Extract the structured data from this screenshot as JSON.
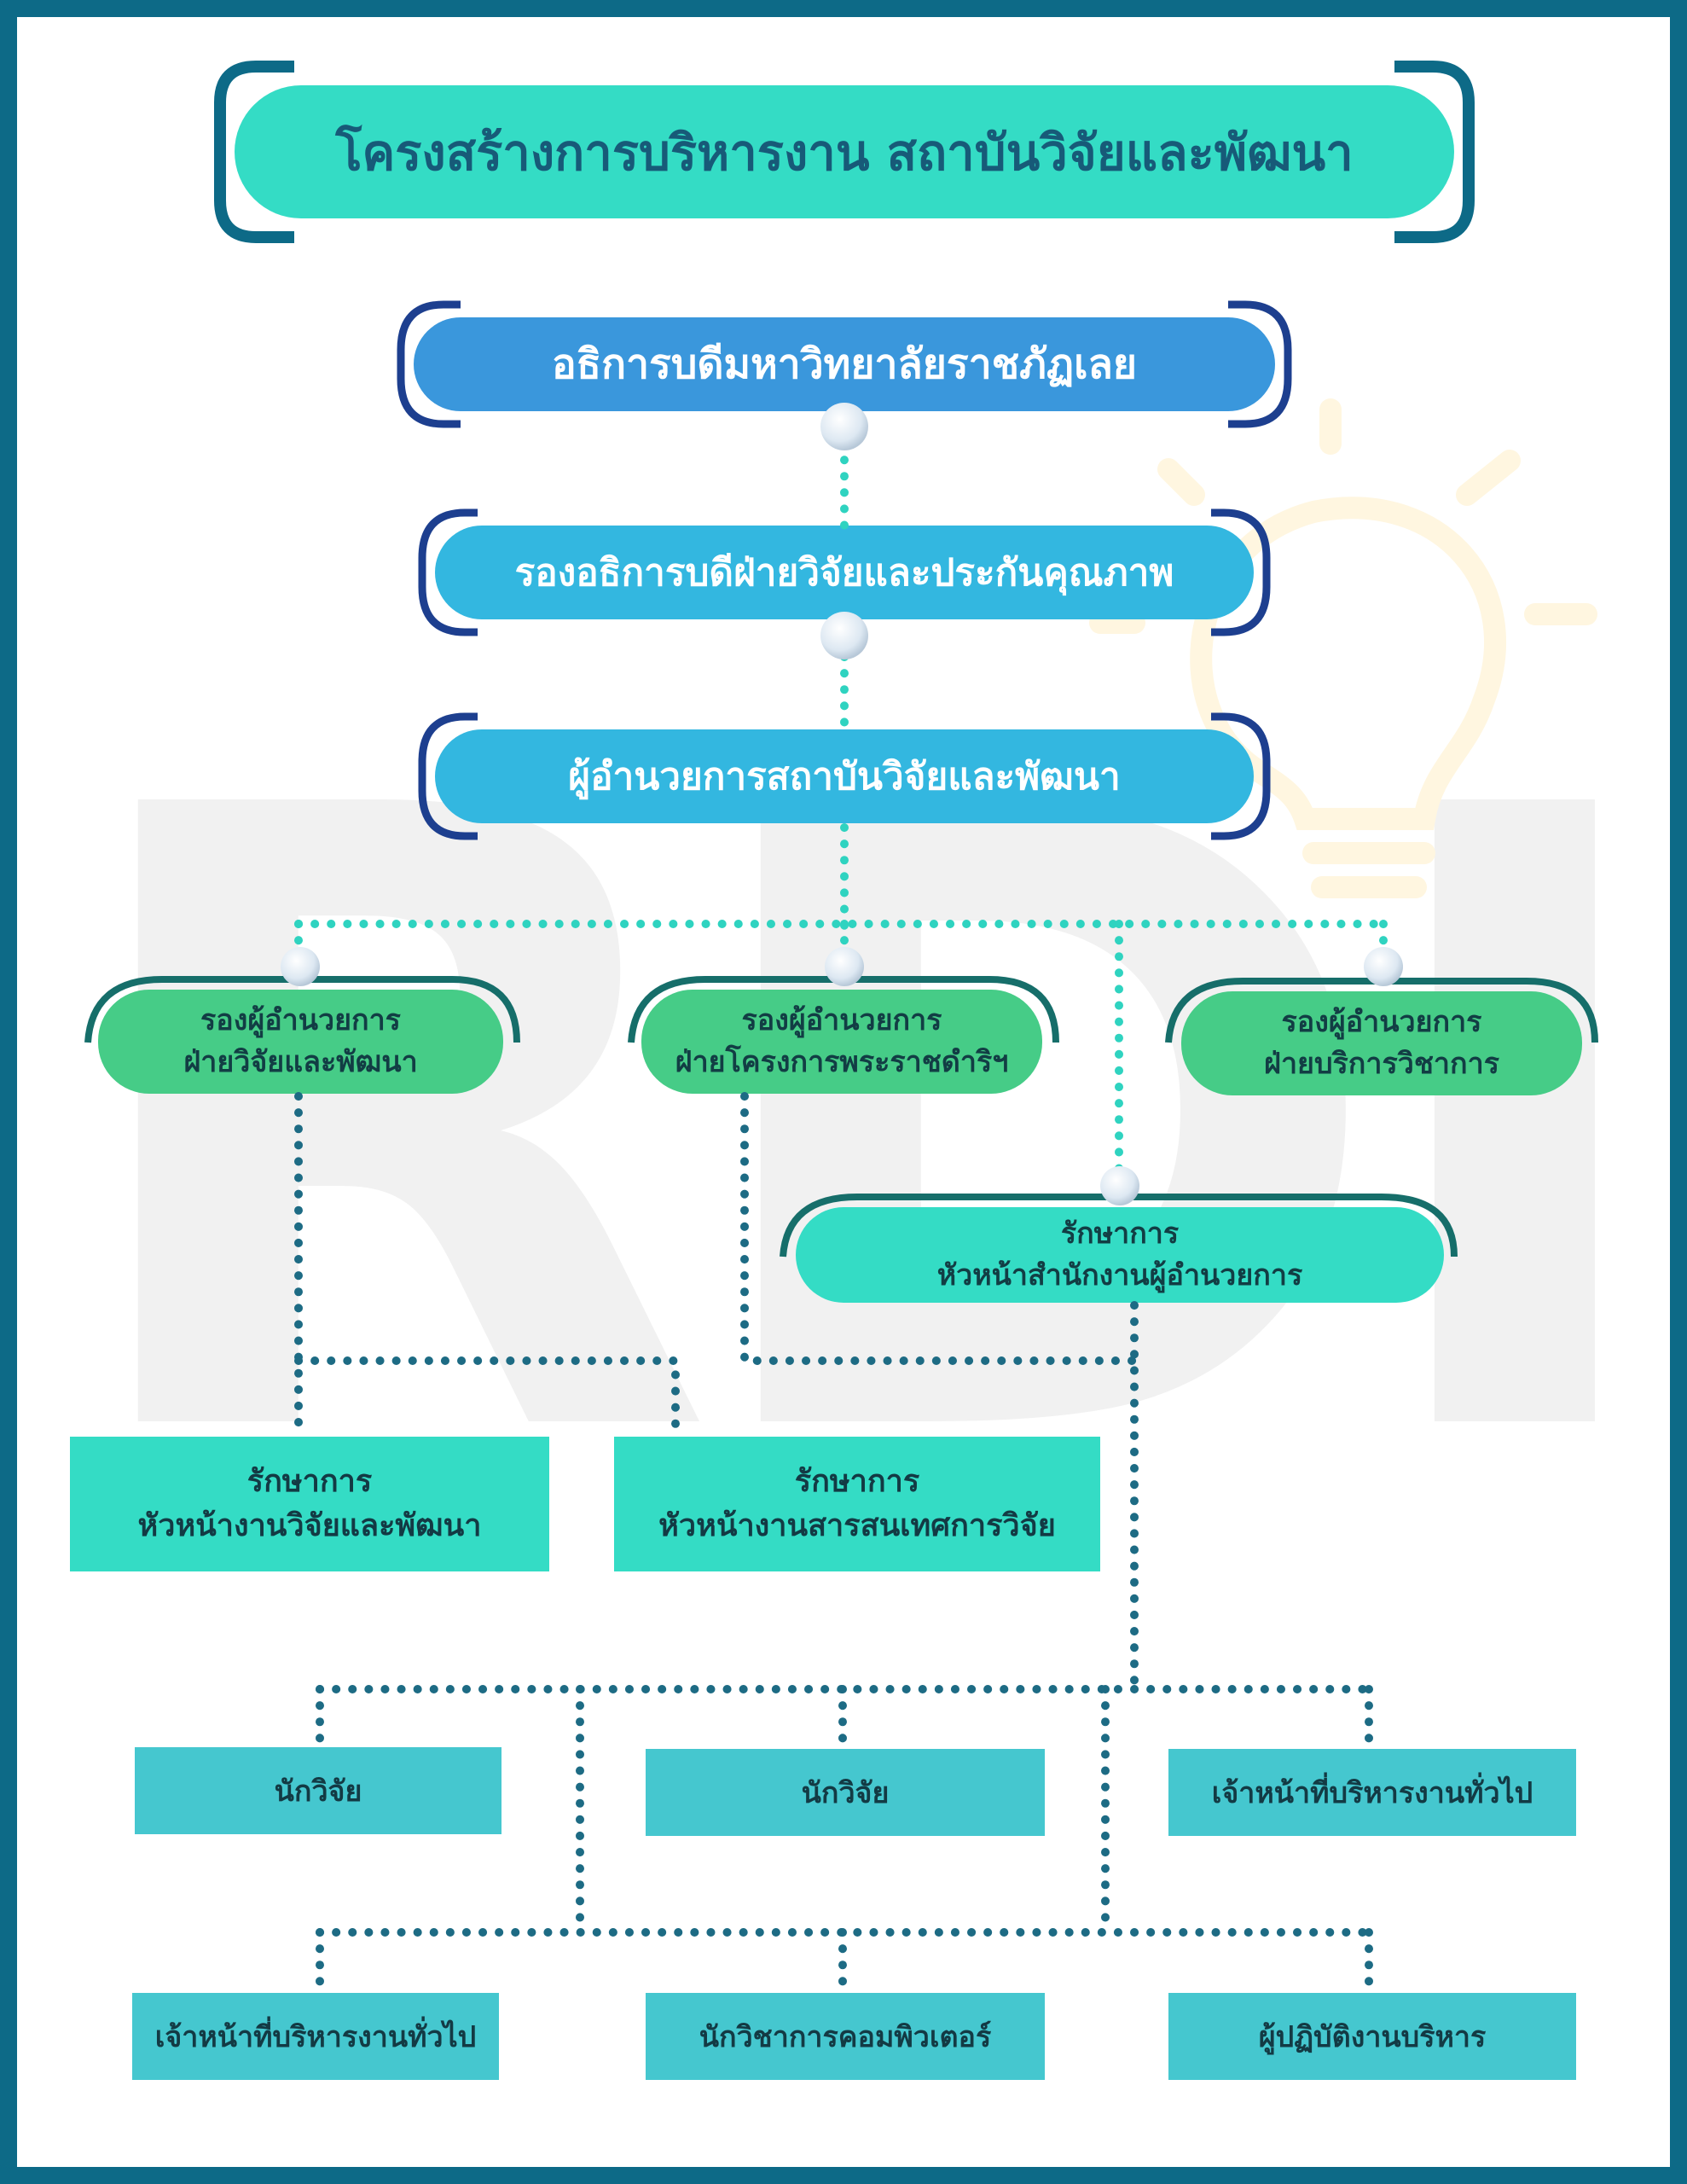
{
  "title": "โครงสร้างการบริหารงาน สถาบันวิจัยและพัฒนา",
  "watermark": "RDI",
  "colors": {
    "frame": "#0d6a87",
    "title_bg": "#34dcc5",
    "title_text": "#175a78",
    "top_blue": "#3a97dc",
    "mid_blue": "#33b7e0",
    "deputy_green": "#46cc87",
    "office_teal": "#34dcc5",
    "staff_teal": "#45c7cf",
    "connector_light": "#2fd3c0",
    "connector_dark": "#1d6b84"
  },
  "nodes": {
    "president": "อธิการบดีมหาวิทยาลัยราชภัฏเลย",
    "vice_president": "รองอธิการบดีฝ่ายวิจัยและประกันคุณภาพ",
    "director": "ผู้อำนวยการสถาบันวิจัยและพัฒนา",
    "deputy_research": {
      "line1": "รองผู้อำนวยการ",
      "line2": "ฝ่ายวิจัยและพัฒนา"
    },
    "deputy_royal": {
      "line1": "รองผู้อำนวยการ",
      "line2": "ฝ่ายโครงการพระราชดำริฯ"
    },
    "deputy_academic": {
      "line1": "รองผู้อำนวยการ",
      "line2": "ฝ่ายบริการวิชาการ"
    },
    "acting_office_head": {
      "line1": "รักษาการ",
      "line2": "หัวหน้าสำนักงานผู้อำนวยการ"
    },
    "acting_rd_head": {
      "line1": "รักษาการ",
      "line2": "หัวหน้างานวิจัยและพัฒนา"
    },
    "acting_is_head": {
      "line1": "รักษาการ",
      "line2": "หัวหน้างานสารสนเทศการวิจัย"
    },
    "staff_row1": [
      "นักวิจัย",
      "นักวิจัย",
      "เจ้าหน้าที่บริหารงานทั่วไป"
    ],
    "staff_row2": [
      "เจ้าหน้าที่บริหารงานทั่วไป",
      "นักวิชาการคอมพิวเตอร์",
      "ผู้ปฏิบัติงานบริหาร"
    ]
  }
}
